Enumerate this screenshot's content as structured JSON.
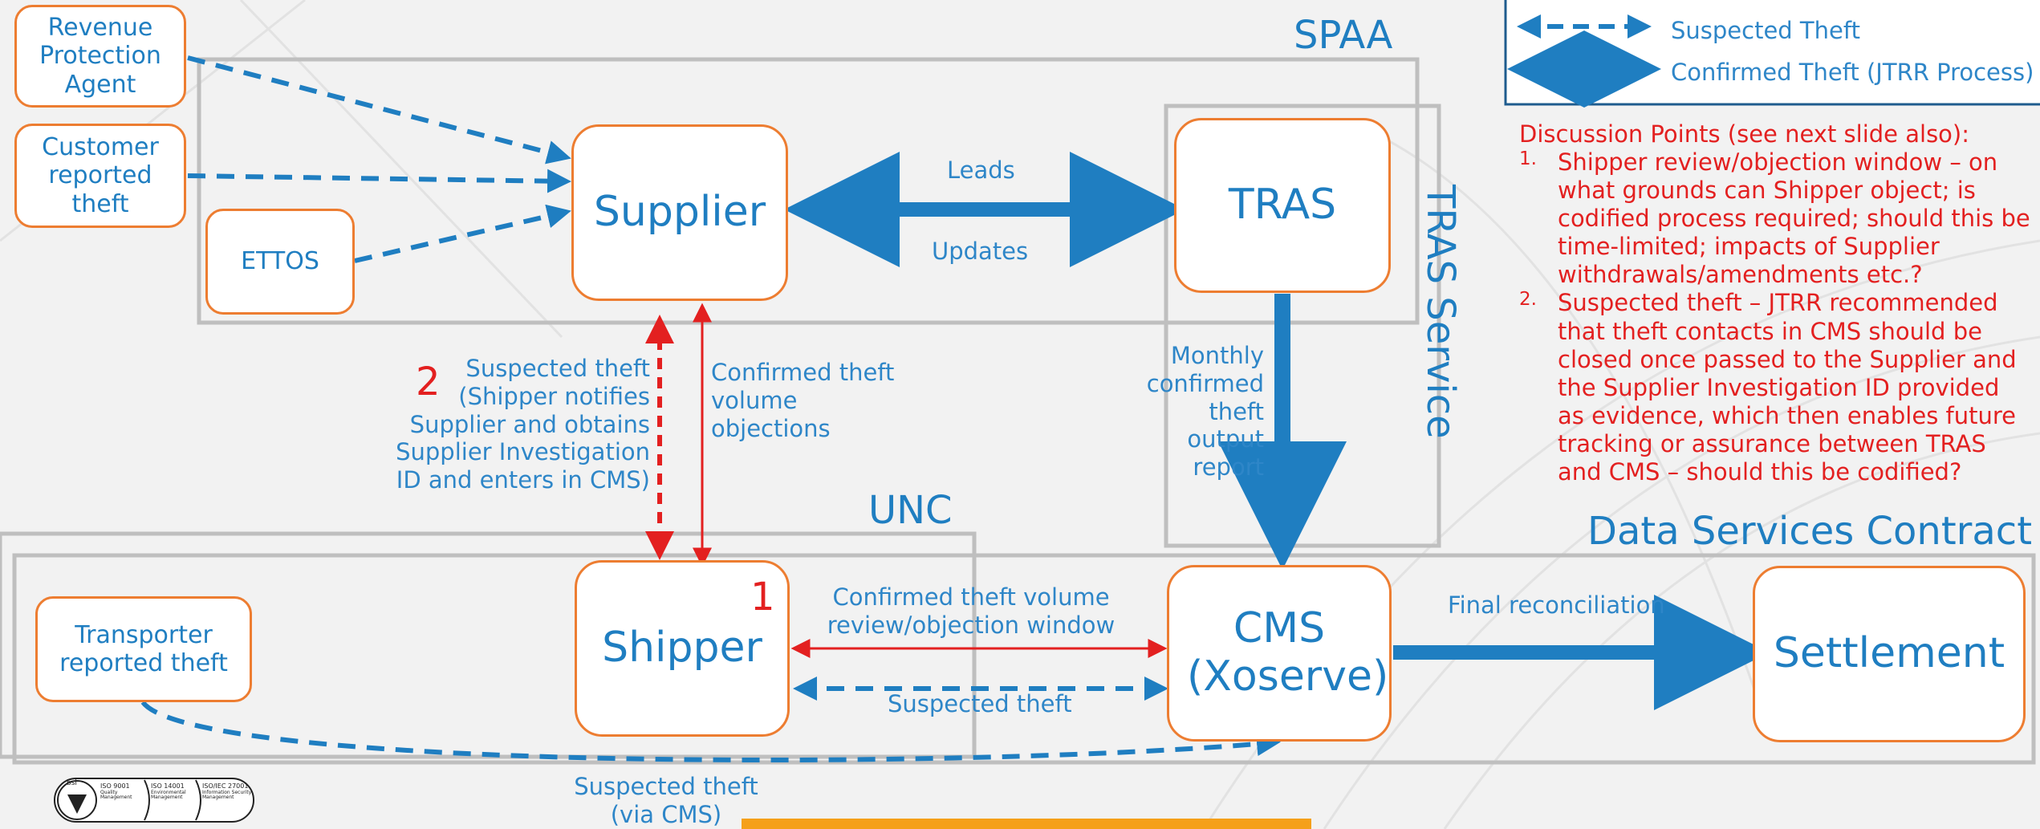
{
  "colors": {
    "blue": "#1F7EC1",
    "orange": "#ED7D31",
    "red": "#E32020",
    "region": "#BFBFBF"
  },
  "regions": {
    "spaa": "SPAA",
    "tras_service": "TRAS Service",
    "unc": "UNC",
    "dsc": "Data Services Contract"
  },
  "nodes": {
    "rpa": "Revenue Protection Agent",
    "customer": "Customer reported theft",
    "ettos": "ETTOS",
    "supplier": "Supplier",
    "tras": "TRAS",
    "shipper": "Shipper",
    "cms": "CMS (Xoserve)",
    "settlement": "Settlement",
    "transporter": "Transporter reported theft"
  },
  "edge_labels": {
    "leads": "Leads",
    "updates": "Updates",
    "monthly": "Monthly\nconfirmed\ntheft\noutput\nreport",
    "marker2": "2",
    "suspected_notify": "Suspected theft\n(Shipper notifies\nSupplier and obtains\nSupplier Investigation\nID and enters in CMS)",
    "confirmed_obj": "Confirmed theft\nvolume\nobjections",
    "marker1": "1",
    "review_window": "Confirmed theft volume\nreview/objection window",
    "suspected_theft": "Suspected theft",
    "final_rec": "Final reconciliation",
    "via_cms": "Suspected theft\n(via CMS)"
  },
  "legend": {
    "suspected": "Suspected Theft",
    "confirmed": "Confirmed Theft (JTRR Process)"
  },
  "discussion": {
    "heading": "Discussion Points (see next slide also):",
    "points": [
      {
        "num": "1.",
        "text": "Shipper review/objection window – on what grounds can Shipper object; is codified process required; should this be time-limited; impacts of Supplier withdrawals/amendments etc.?"
      },
      {
        "num": "2.",
        "text": "Suspected theft – JTRR recommended that theft contacts in CMS should be closed once passed to the Supplier and the Supplier Investigation ID provided as evidence, which then enables future tracking or assurance between TRAS and CMS – should this be codified?"
      }
    ]
  },
  "certifications": [
    "bsi",
    "ISO 9001",
    "Quality Management",
    "ISO 14001",
    "Environmental Management",
    "ISO/IEC 27001",
    "Information Security Management"
  ]
}
